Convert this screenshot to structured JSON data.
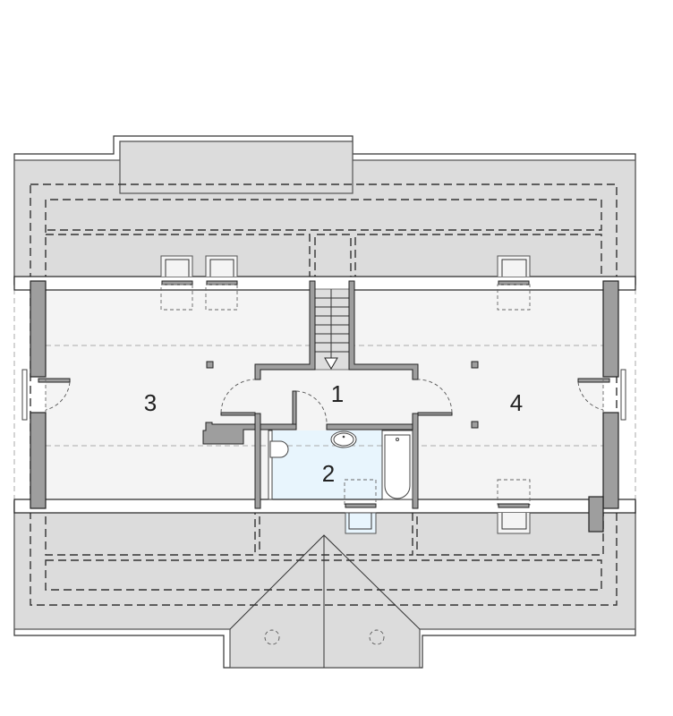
{
  "plan": {
    "type": "attic floor plan",
    "rooms": [
      {
        "id": "1",
        "label": "1",
        "name": "hall"
      },
      {
        "id": "2",
        "label": "2",
        "name": "bathroom"
      },
      {
        "id": "3",
        "label": "3",
        "name": "room-left"
      },
      {
        "id": "4",
        "label": "4",
        "name": "room-right"
      }
    ],
    "colors": {
      "roof": "#dcdcdc",
      "floor": "#f4f4f4",
      "bathroom": "#e8f5fd",
      "wall": "#9e9e9e",
      "outline": "#222222"
    }
  }
}
